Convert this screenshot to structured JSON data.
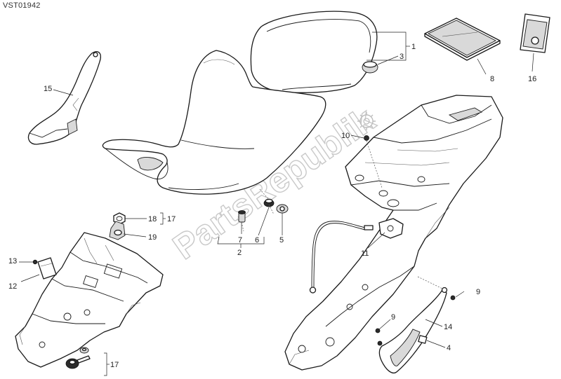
{
  "diagram_code": "VST01942",
  "watermark": "PartsRepublik",
  "callouts": [
    {
      "id": "c1",
      "label": "1"
    },
    {
      "id": "c2",
      "label": "2"
    },
    {
      "id": "c3",
      "label": "3"
    },
    {
      "id": "c4",
      "label": "4"
    },
    {
      "id": "c5",
      "label": "5"
    },
    {
      "id": "c6",
      "label": "6"
    },
    {
      "id": "c7",
      "label": "7"
    },
    {
      "id": "c8",
      "label": "8"
    },
    {
      "id": "c9a",
      "label": "9"
    },
    {
      "id": "c9b",
      "label": "9"
    },
    {
      "id": "c10",
      "label": "10"
    },
    {
      "id": "c11",
      "label": "11"
    },
    {
      "id": "c12",
      "label": "12"
    },
    {
      "id": "c13",
      "label": "13"
    },
    {
      "id": "c14",
      "label": "14"
    },
    {
      "id": "c15",
      "label": "15"
    },
    {
      "id": "c16",
      "label": "16"
    },
    {
      "id": "c17a",
      "label": "17"
    },
    {
      "id": "c17b",
      "label": "17"
    },
    {
      "id": "c18",
      "label": "18"
    },
    {
      "id": "c19",
      "label": "19"
    }
  ]
}
